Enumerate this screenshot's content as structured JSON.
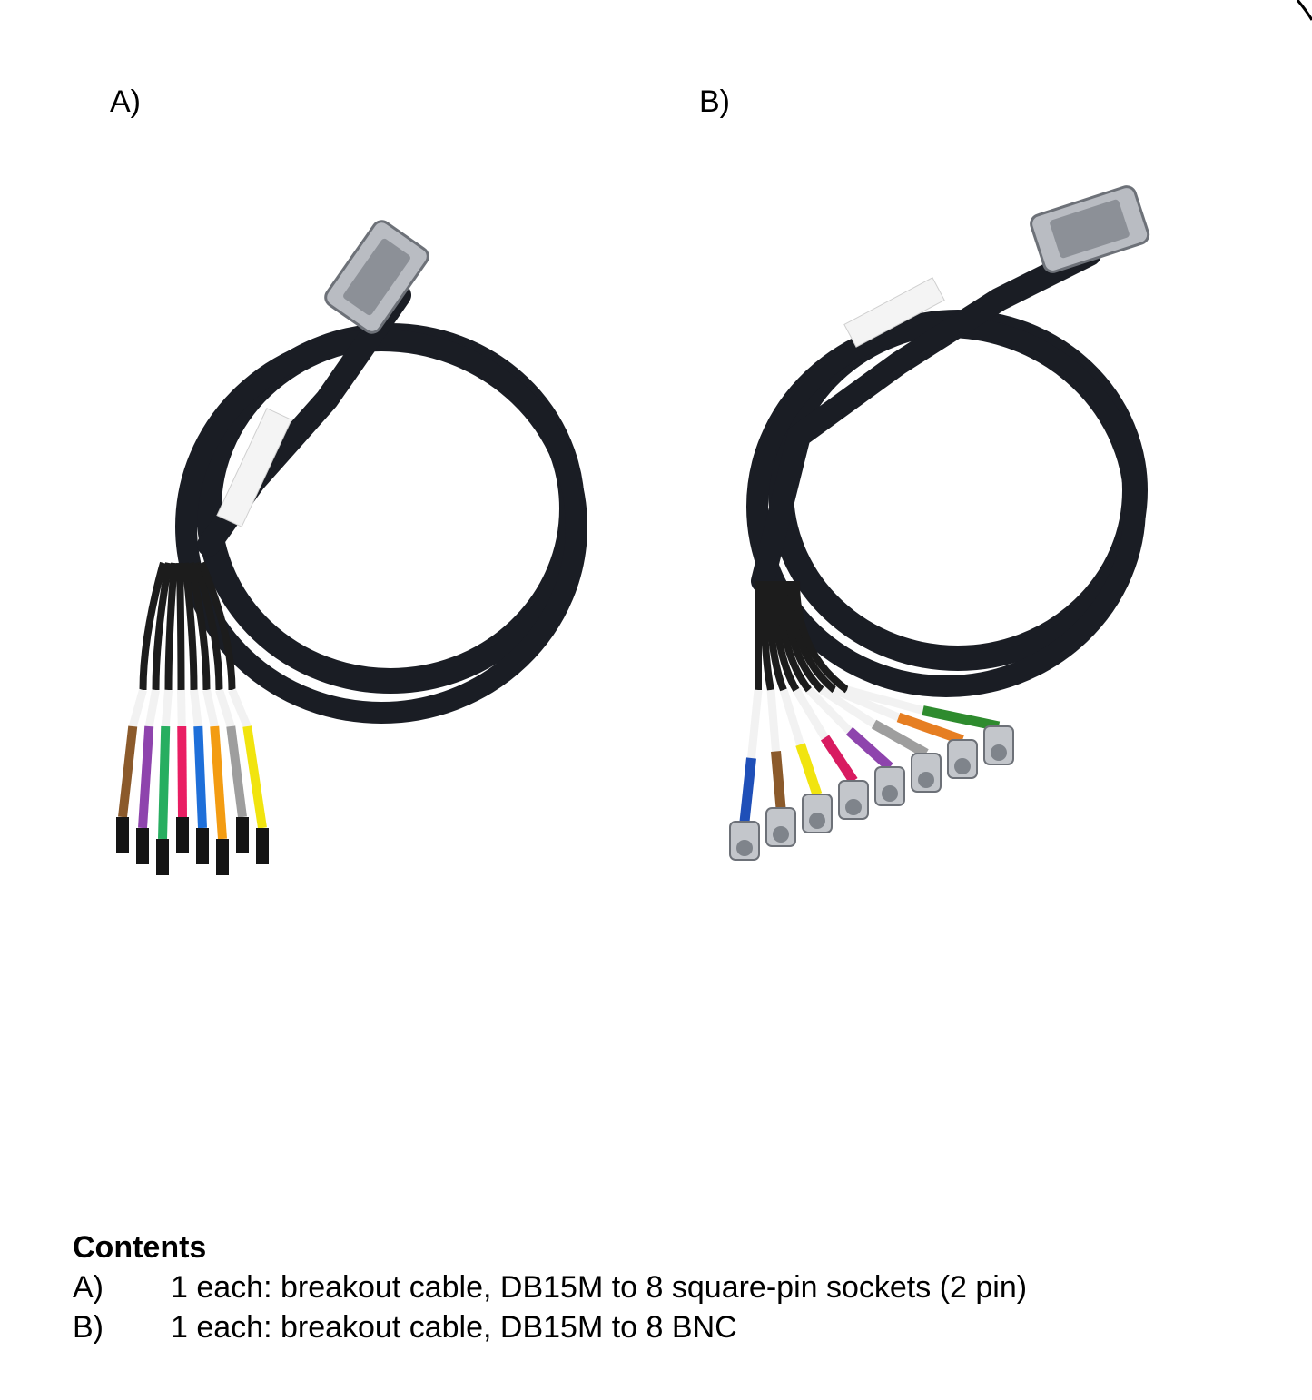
{
  "panels": [
    {
      "label": "A)",
      "connector": "square-pin sockets",
      "lead_colors": [
        "#8b5a2b",
        "#8e44ad",
        "#27ae60",
        "#e91e63",
        "#1e6fd9",
        "#f39c12",
        "#9e9e9e",
        "#f1e40f"
      ]
    },
    {
      "label": "B)",
      "connector": "BNC",
      "lead_colors": [
        "#1f4fb8",
        "#8b5a2b",
        "#f1e40f",
        "#d81b60",
        "#8e44ad",
        "#9e9e9e",
        "#e67e22",
        "#2e8b2e"
      ]
    }
  ],
  "contents": {
    "heading": "Contents",
    "items": [
      {
        "key": "A)",
        "text": "1 each: breakout cable, DB15M to 8 square-pin sockets (2 pin)"
      },
      {
        "key": "B)",
        "text": "1 each: breakout cable, DB15M to 8 BNC"
      }
    ]
  }
}
